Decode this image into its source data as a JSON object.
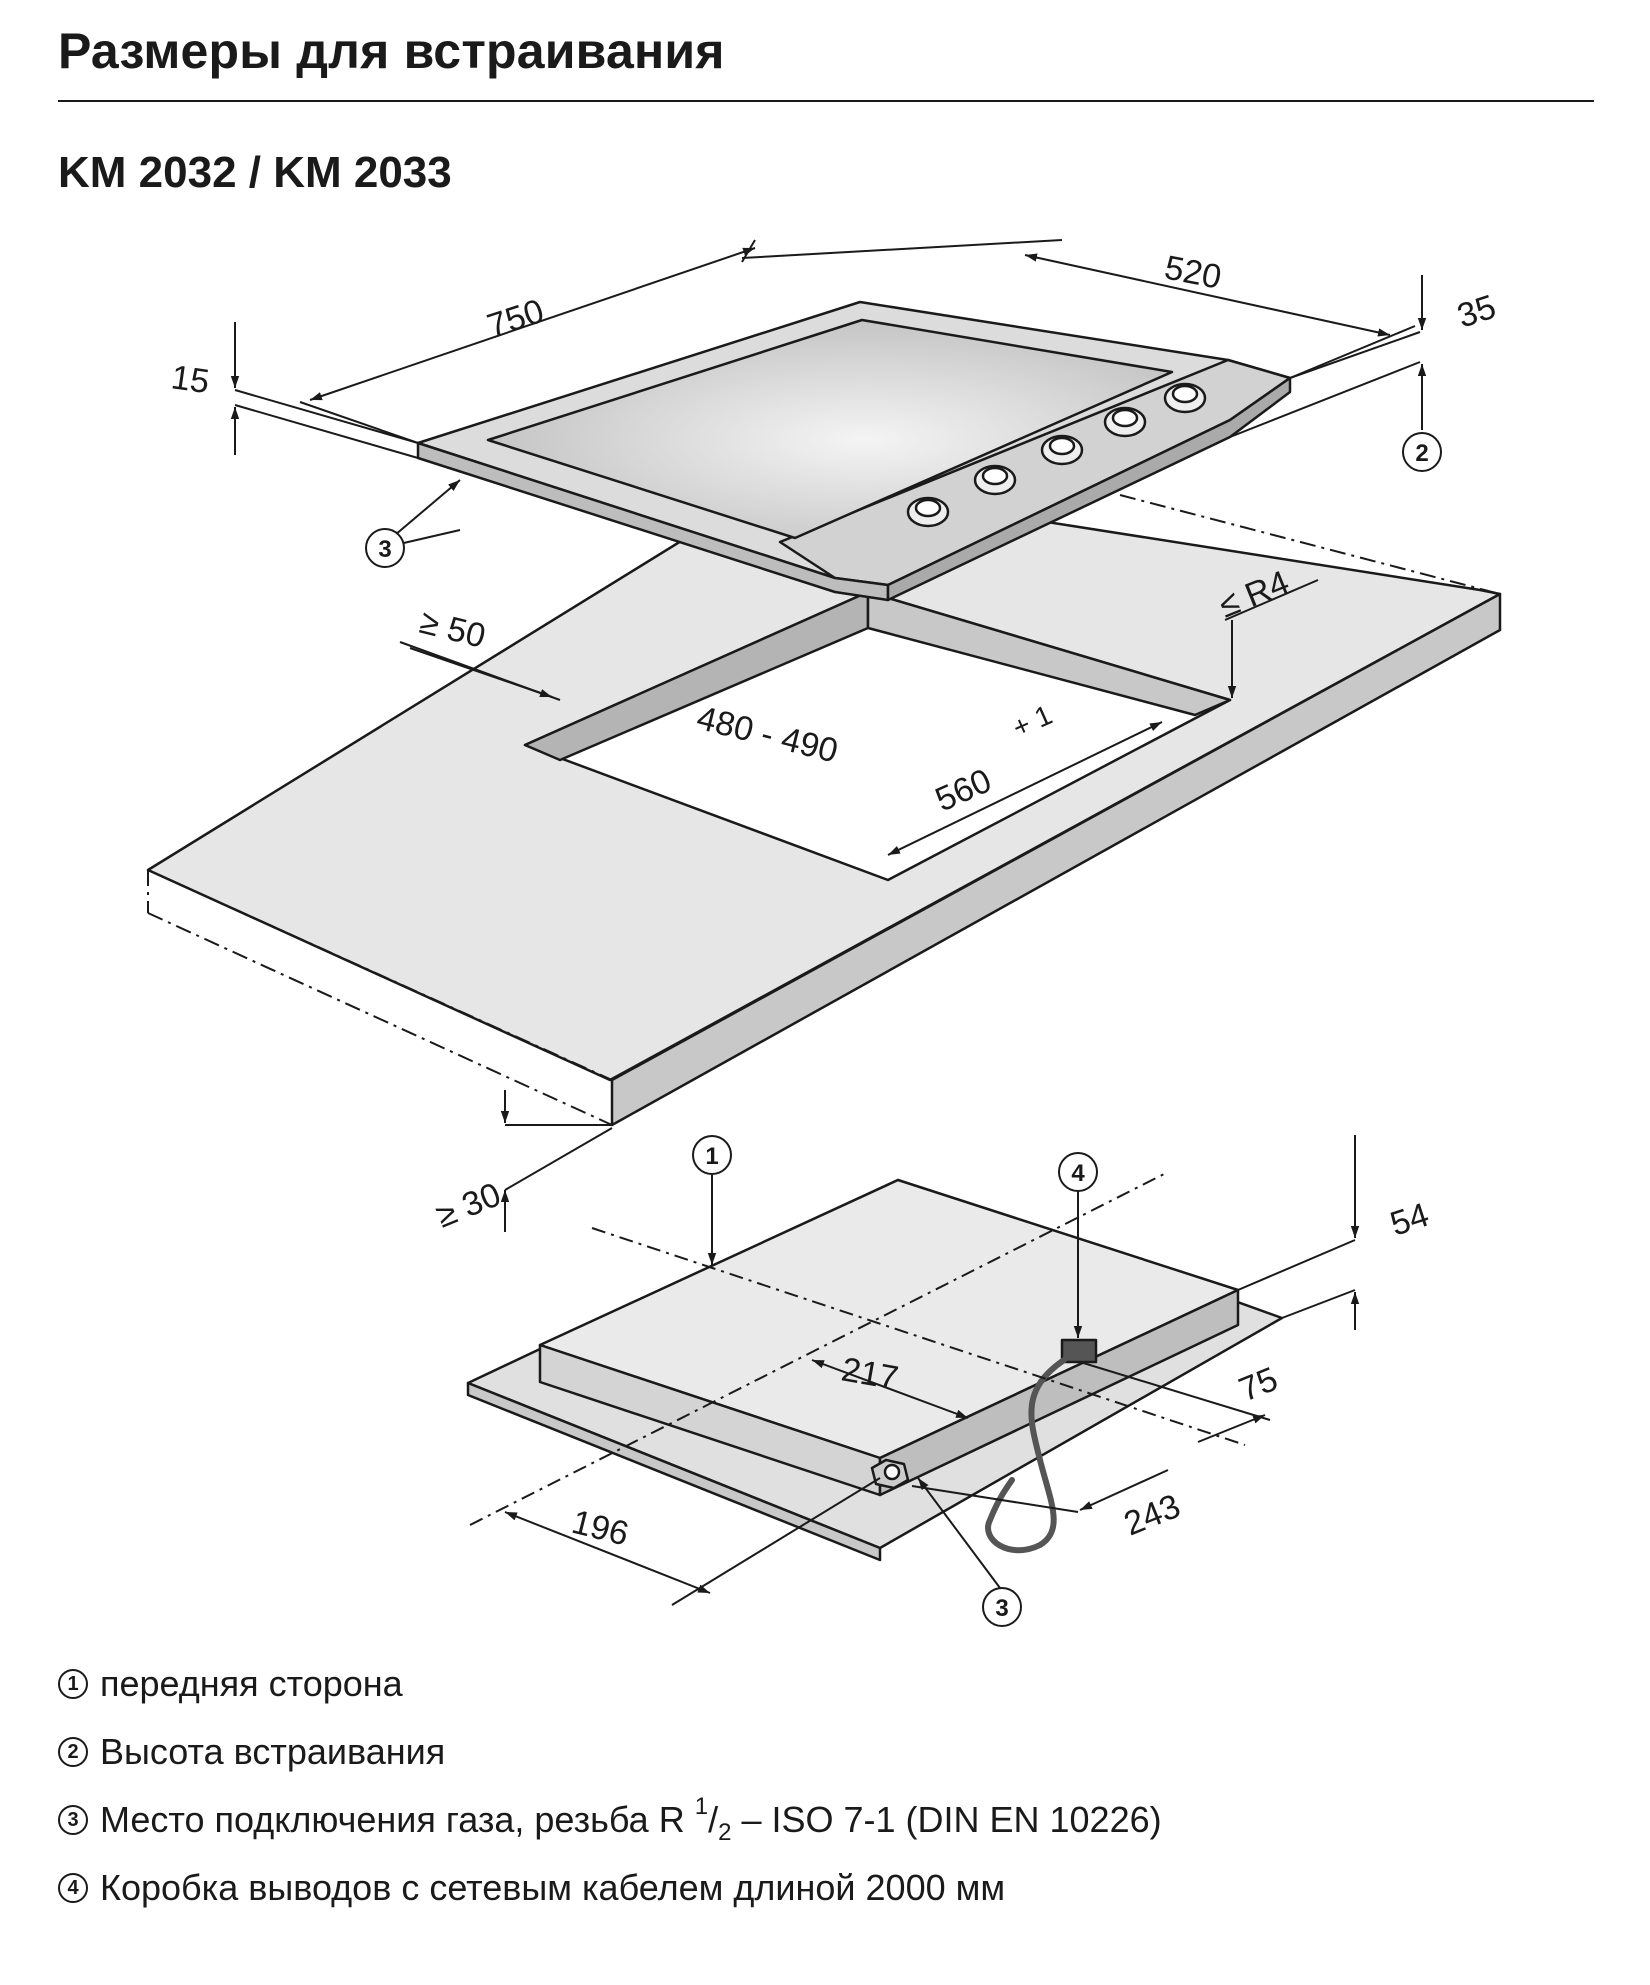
{
  "header": {
    "title": "Размеры для встраивания",
    "subtitle": "KM 2032 / KM 2033"
  },
  "dimensions": {
    "width": "750",
    "depth": "520",
    "rim_height": "15",
    "upper_height": "35",
    "cutout_side_margin": "≥ 50",
    "corner_radius": "≤ R4",
    "cutout_depth": "480 - 490",
    "cutout_width_main": "560",
    "cutout_width_tol": "+ 1",
    "worktop_clearance": "≥ 30",
    "build_depth": "54",
    "gas_offset_x": "217",
    "box_offset": "75",
    "gas_offset_front": "196",
    "box_offset_side": "243"
  },
  "callouts": {
    "front": "1",
    "height": "2",
    "gas": "3",
    "box": "4"
  },
  "legend": {
    "items": [
      {
        "num": "1",
        "text": "передняя сторона"
      },
      {
        "num": "2",
        "text": "Высота встраивания"
      },
      {
        "num": "3",
        "text_before": "Место подключения газа, резьба R ",
        "frac_num": "1",
        "frac_slash": "/",
        "frac_den": "2",
        "text_after": " – ISO 7-1 (DIN EN 10226)"
      },
      {
        "num": "4",
        "text": "Коробка выводов с сетевым кабелем длиной 2000 мм"
      }
    ]
  },
  "colors": {
    "line": "#1a1a1a",
    "surface_light": "#e6e6e6",
    "surface_mid": "#cfcfcf",
    "surface_dark": "#b4b4b4",
    "cable": "#555555"
  }
}
